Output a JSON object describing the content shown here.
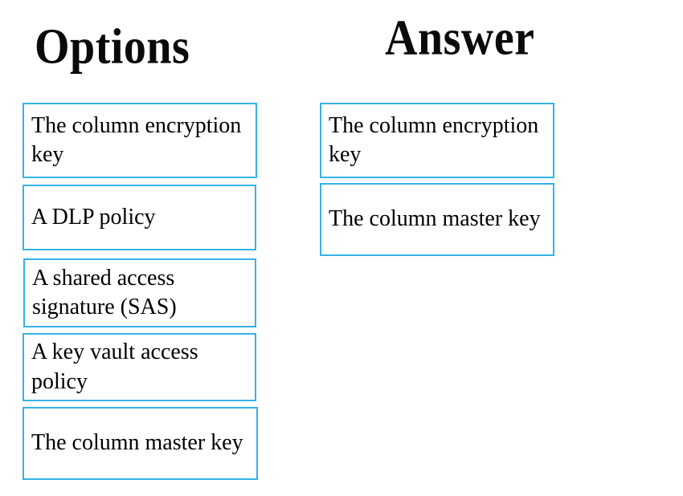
{
  "colors": {
    "background": "#FFFFFF",
    "box_border": "#35B2E8",
    "text": "#000000"
  },
  "options_column": {
    "heading": "Options",
    "items": [
      {
        "label": "The column encryption key"
      },
      {
        "label": "A DLP policy"
      },
      {
        "label": "A shared access signature (SAS)"
      },
      {
        "label": "A key vault access policy"
      },
      {
        "label": "The column master key"
      }
    ]
  },
  "answer_column": {
    "heading": "Answer",
    "items": [
      {
        "label": "The column encryption key"
      },
      {
        "label": "The column master key"
      }
    ]
  }
}
